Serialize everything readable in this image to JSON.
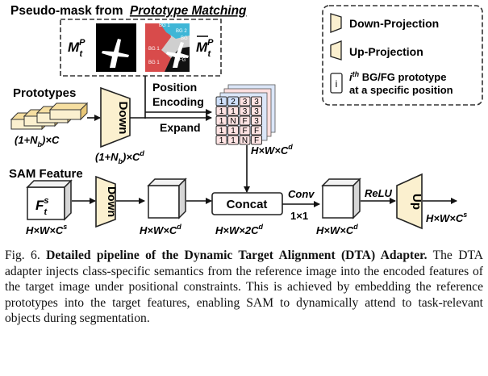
{
  "diagram": {
    "pseudo_mask_title": "Pseudo-mask from",
    "pseudo_mask_title_em": "Prototype Matching",
    "mask_left_label": "M",
    "mask_left_sup": "P",
    "mask_left_sub": "t",
    "mask_right_label": "M",
    "mask_right_sup": "P",
    "mask_right_sub": "t",
    "mask_regions": [
      "BG 1",
      "BG 2",
      "BG 3",
      "BG 1",
      "BG 1",
      "FG"
    ],
    "prototypes_label": "Prototypes",
    "prototypes_dim": "(1+N",
    "prototypes_dim_sub": "b",
    "prototypes_dim_tail": ")×C",
    "down_label": "Down",
    "up_label": "Up",
    "down_out_dim": "(1+N",
    "down_out_dim_sub": "b",
    "down_out_dim_tail": ")×C",
    "down_out_dim_sup": "d",
    "position_label": "Position",
    "encoding_label": "Encoding",
    "expand_label": "Expand",
    "grid_rows": [
      [
        "1",
        "2",
        "3",
        "3"
      ],
      [
        "1",
        "1",
        "3",
        "3"
      ],
      [
        "1",
        "N",
        "F",
        "3"
      ],
      [
        "1",
        "1",
        "F",
        "F"
      ],
      [
        "1",
        "1",
        "N",
        "F"
      ]
    ],
    "grid_dim": "H×W×C",
    "grid_dim_sup": "d",
    "sam_feature_label": "SAM Feature",
    "feature_label": "F",
    "feature_sup": "s",
    "feature_sub": "t",
    "feature_dim": "H×W×C",
    "feature_dim_sup": "s",
    "cube_dim": "H×W×C",
    "cube_dim_sup": "d",
    "concat_label": "Concat",
    "concat_dim": "H×W×2C",
    "concat_dim_sup": "d",
    "conv_label": "Conv",
    "conv_size": "1×1",
    "conv_out_dim": "H×W×C",
    "conv_out_dim_sup": "d",
    "relu_label": "ReLU",
    "out_dim": "H×W×C",
    "out_dim_sup": "s",
    "legend": {
      "down_projection": "Down-Projection",
      "up_projection": "Up-Projection",
      "prototype_icon": "i",
      "prototype_desc_sup": "th",
      "prototype_desc_line1": " BG/FG prototype",
      "prototype_desc_line2": "at a specific position",
      "prototype_desc_i": "i"
    },
    "colors": {
      "projection_fill": "#fbf0cf",
      "grid_fill": "#ffe0e0",
      "grid_blue": "#dbe6f8",
      "mask_blue": "#3fb6d6",
      "mask_red": "#d84b4b",
      "mask_gray": "#cfcfcf"
    }
  },
  "caption": {
    "label": "Fig. 6.",
    "title": "Detailed pipeline of the Dynamic Target Alignment (DTA) Adapter.",
    "body": "The DTA adapter injects class-specific semantics from the reference image into the encoded features of the target image under positional constraints. This is achieved by embedding the reference prototypes into the target features, enabling SAM to dynamically attend to task-relevant objects during segmentation."
  }
}
